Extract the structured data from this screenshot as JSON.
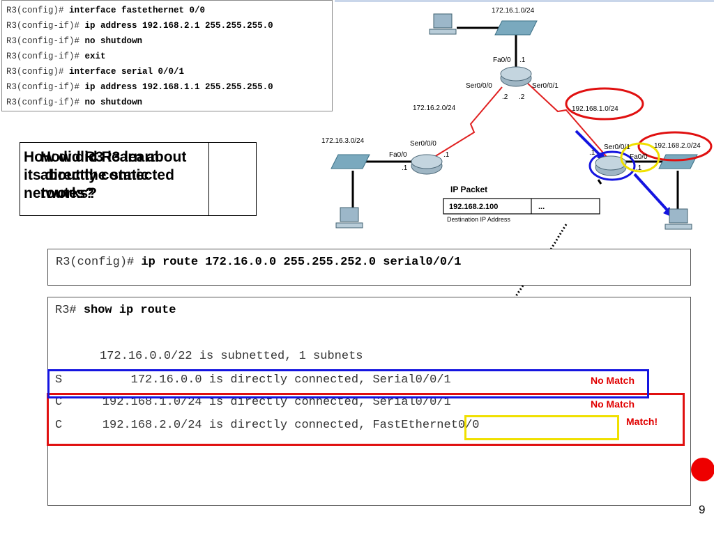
{
  "config_lines": [
    {
      "prompt": "R3(config)# ",
      "cmd": "interface fastethernet 0/0"
    },
    {
      "prompt": "R3(config-if)# ",
      "cmd": "ip address 192.168.2.1 255.255.255.0"
    },
    {
      "prompt": "R3(config-if)# ",
      "cmd": "no shutdown"
    },
    {
      "prompt": "R3(config-if)# ",
      "cmd": "exit"
    },
    {
      "prompt": "R3(config)# ",
      "cmd": "interface serial 0/0/1"
    },
    {
      "prompt": "R3(config-if)# ",
      "cmd": "ip address 192.168.1.1 255.255.255.0"
    },
    {
      "prompt": "R3(config-if)# ",
      "cmd": "no shutdown"
    }
  ],
  "question": {
    "text_a": "How did R3 learn about\nits directly connected\nnetworks?",
    "text_b": "How did R3 learn\nabout the static\nroutes?"
  },
  "route_cmd": {
    "prompt": "R3(config)# ",
    "cmd": "ip route 172.16.0.0 255.255.252.0 serial0/0/1"
  },
  "show": {
    "prompt": "R3# ",
    "cmd": "show ip route",
    "subnet_line": "     172.16.0.0/22 is subnetted, 1 subnets",
    "rows": [
      {
        "code": "S",
        "text": "        172.16.0.0 is directly connected, Serial0/0/1",
        "result": "No Match"
      },
      {
        "code": "C",
        "text": "    192.168.1.0/24 is directly connected, Serial0/0/1",
        "result": "No Match"
      },
      {
        "code": "C",
        "text": "    192.168.2.0/24 is directly connected, FastEthernet0/0",
        "result": "Match!"
      }
    ]
  },
  "topology": {
    "nets": [
      "172.16.1.0/24",
      "172.16.2.0/24",
      "172.16.3.0/24",
      "192.168.1.0/24",
      "192.168.2.0/24"
    ],
    "interfaces": {
      "r2_fa": "Fa0/0",
      "r2_fa_host": ".1",
      "r2_s0": "Ser0/0/0",
      "r2_s1": "Ser0/0/1",
      "r2_s0_host": ".2",
      "r2_s1_host": ".2",
      "r1_s0": "Ser0/0/0",
      "r1_s0_host": ".1",
      "r1_fa": "Fa0/0",
      "r1_fa_host": ".1",
      "r3_s1": "Ser0/0/1",
      "r3_fa": "Fa0/0",
      "r3_s1_host": ".1",
      "r3_fa_host": ".1"
    },
    "packet": {
      "title": "IP Packet",
      "dest": "192.168.2.100",
      "rest": "...",
      "caption": "Destination IP Address"
    }
  },
  "page_number": "9",
  "colors": {
    "blue": "#1414e0",
    "red": "#e01010",
    "yellow": "#f0e000",
    "match": "#e00000"
  }
}
